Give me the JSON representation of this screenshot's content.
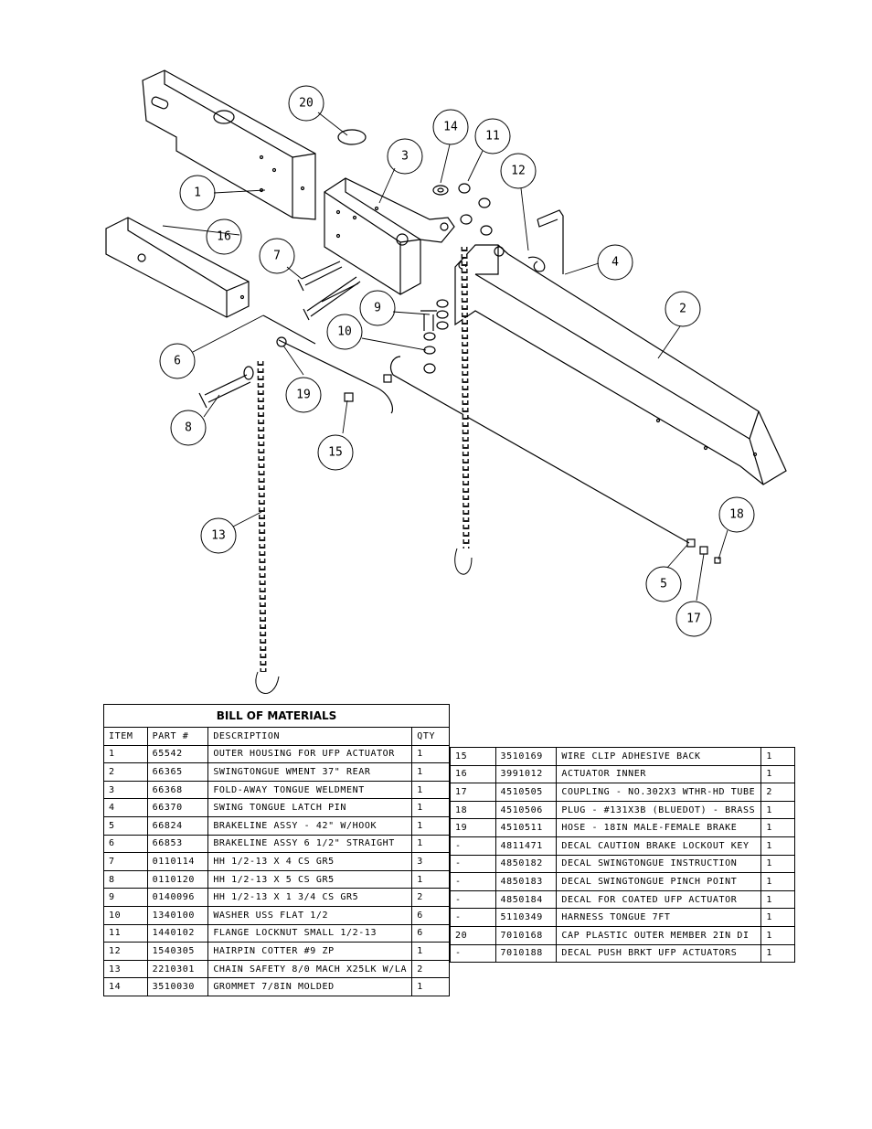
{
  "callouts": [
    "1",
    "2",
    "3",
    "4",
    "5",
    "6",
    "7",
    "8",
    "9",
    "10",
    "11",
    "12",
    "13",
    "14",
    "15",
    "16",
    "17",
    "18",
    "19",
    "20"
  ],
  "bom": {
    "title": "BILL OF MATERIALS",
    "headers": [
      "ITEM",
      "PART #",
      "DESCRIPTION",
      "QTY"
    ],
    "left_rows": [
      [
        "1",
        "65542",
        "OUTER HOUSING FOR UFP ACTUATOR",
        "1"
      ],
      [
        "2",
        "66365",
        "SWINGTONGUE WMENT 37\" REAR",
        "1"
      ],
      [
        "3",
        "66368",
        "FOLD-AWAY TONGUE WELDMENT",
        "1"
      ],
      [
        "4",
        "66370",
        "SWING TONGUE LATCH PIN",
        "1"
      ],
      [
        "5",
        "66824",
        "BRAKELINE ASSY - 42\" W/HOOK",
        "1"
      ],
      [
        "6",
        "66853",
        "BRAKELINE ASSY 6 1/2\" STRAIGHT",
        "1"
      ],
      [
        "7",
        "0110114",
        "HH 1/2-13 X 4 CS GR5",
        "3"
      ],
      [
        "8",
        "0110120",
        "HH 1/2-13 X 5 CS GR5",
        "1"
      ],
      [
        "9",
        "0140096",
        "HH 1/2-13 X 1 3/4 CS GR5",
        "2"
      ],
      [
        "10",
        "1340100",
        "WASHER USS FLAT 1/2",
        "6"
      ],
      [
        "11",
        "1440102",
        "FLANGE LOCKNUT SMALL 1/2-13",
        "6"
      ],
      [
        "12",
        "1540305",
        "HAIRPIN COTTER #9 ZP",
        "1"
      ],
      [
        "13",
        "2210301",
        "CHAIN SAFETY 8/0 MACH X25LK W/LA",
        "2"
      ],
      [
        "14",
        "3510030",
        "GROMMET 7/8IN MOLDED",
        "1"
      ]
    ],
    "right_rows": [
      [
        "15",
        "3510169",
        "WIRE CLIP   ADHESIVE BACK",
        "1"
      ],
      [
        "16",
        "3991012",
        "ACTUATOR INNER",
        "1"
      ],
      [
        "17",
        "4510505",
        "COUPLING - NO.302X3 WTHR-HD TUBE",
        "2"
      ],
      [
        "18",
        "4510506",
        "PLUG - #131X3B (BLUEDOT) - BRASS",
        "1"
      ],
      [
        "19",
        "4510511",
        "HOSE - 18IN MALE-FEMALE BRAKE",
        "1"
      ],
      [
        "-",
        "4811471",
        "DECAL CAUTION BRAKE LOCKOUT KEY",
        "1"
      ],
      [
        "-",
        "4850182",
        "DECAL SWINGTONGUE INSTRUCTION",
        "1"
      ],
      [
        "-",
        "4850183",
        "DECAL SWINGTONGUE PINCH POINT",
        "1"
      ],
      [
        "-",
        "4850184",
        "DECAL FOR COATED UFP ACTUATOR",
        "1"
      ],
      [
        "-",
        "5110349",
        "HARNESS   TONGUE 7FT",
        "1"
      ],
      [
        "20",
        "7010168",
        "CAP  PLASTIC OUTER MEMBER 2IN DI",
        "1"
      ],
      [
        "-",
        "7010188",
        "DECAL PUSH BRKT UFP ACTUATORS",
        "1"
      ]
    ]
  }
}
